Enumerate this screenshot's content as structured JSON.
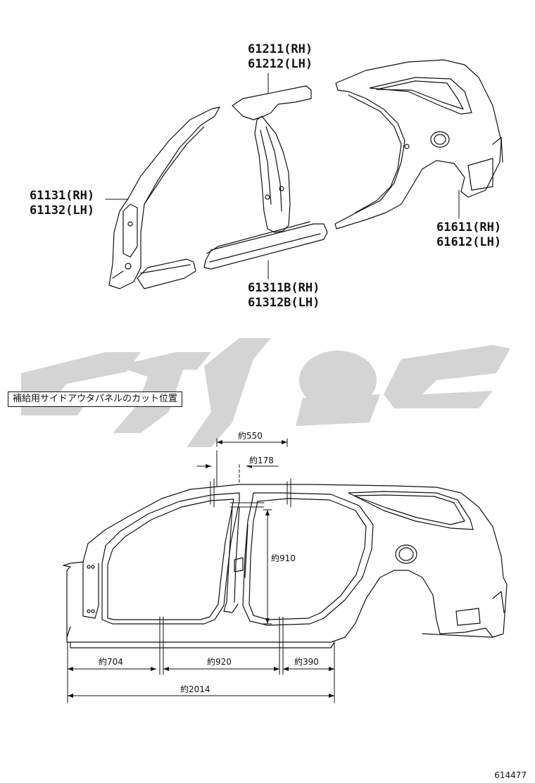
{
  "parts": [
    {
      "id": "a-pillar-inner",
      "rh": "61131(RH)",
      "lh": "61132(LH)"
    },
    {
      "id": "roof-side-rail",
      "rh": "61211(RH)",
      "lh": "61212(LH)"
    },
    {
      "id": "rocker-sill",
      "rh": "61311B(RH)",
      "lh": "61312B(LH)"
    },
    {
      "id": "quarter-panel",
      "rh": "61611(RH)",
      "lh": "61612(LH)"
    }
  ],
  "section": {
    "caption": "補給用サイドアウタパネルのカット位置"
  },
  "dimensions": {
    "top_span": "約550",
    "top_small": "約178",
    "vertical": "約910",
    "front": "約704",
    "middle": "約920",
    "rear": "約390",
    "total": "約2014"
  },
  "diagram_id": "614477"
}
